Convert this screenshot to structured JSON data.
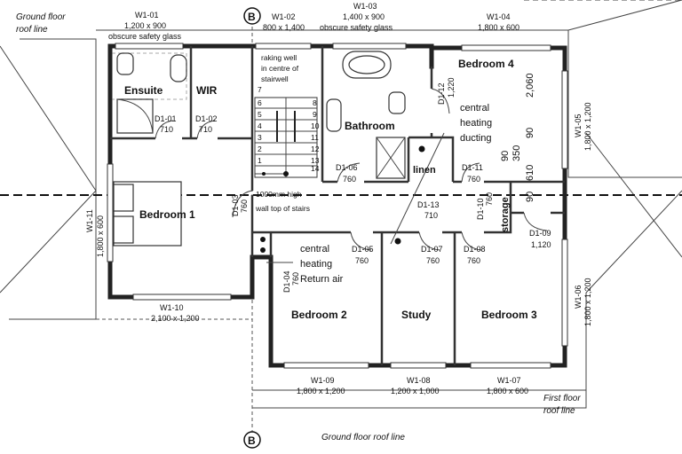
{
  "rooms": {
    "ensuite": "Ensuite",
    "wir": "WIR",
    "bathroom": "Bathroom",
    "bedroom4": "Bedroom 4",
    "bedroom1": "Bedroom 1",
    "bedroom2": "Bedroom 2",
    "study": "Study",
    "bedroom3": "Bedroom 3",
    "linen": "linen",
    "storage": "storage"
  },
  "windows": [
    {
      "id": "W1-01",
      "size": "1,200 x 900",
      "note": "obscure safety glass"
    },
    {
      "id": "W1-02",
      "size": "800 x 1,400"
    },
    {
      "id": "W1-03",
      "size": "1,400 x 900",
      "note": "obscure safety glass"
    },
    {
      "id": "W1-04",
      "size": "1,800 x 600"
    },
    {
      "id": "W1-05",
      "size": "1,800 x 1,200"
    },
    {
      "id": "W1-06",
      "size": "1,800 x 1,200"
    },
    {
      "id": "W1-07",
      "size": "1,800 x 600"
    },
    {
      "id": "W1-08",
      "size": "1,200 x 1,000"
    },
    {
      "id": "W1-09",
      "size": "1,800 x 1,200"
    },
    {
      "id": "W1-10",
      "size": "2,100 x 1,200"
    },
    {
      "id": "W1-11",
      "size": "1,800 x 600"
    }
  ],
  "doors": [
    {
      "id": "D1-01",
      "size": "710"
    },
    {
      "id": "D1-02",
      "size": "710"
    },
    {
      "id": "D1-03",
      "size": "760"
    },
    {
      "id": "D1-04",
      "size": "760"
    },
    {
      "id": "D1-05",
      "size": "760"
    },
    {
      "id": "D1-06",
      "size": "760"
    },
    {
      "id": "D1-07",
      "size": "760"
    },
    {
      "id": "D1-08",
      "size": "760"
    },
    {
      "id": "D1-09",
      "size": "1,120"
    },
    {
      "id": "D1-10",
      "size": "760"
    },
    {
      "id": "D1-11",
      "size": "760"
    },
    {
      "id": "D1-12",
      "size": "1,220"
    },
    {
      "id": "D1-13",
      "size": "710"
    }
  ],
  "notes": {
    "raking_well": "raking well in centre of stairwell",
    "raking_1": "raking well",
    "raking_2": "in centre of",
    "raking_3": "stairwell",
    "wall_top_1": "1000mm high",
    "wall_top_2": "wall top of stairs",
    "central_heating_ducting_1": "central",
    "central_heating_ducting_2": "heating",
    "central_heating_ducting_3": "ducting",
    "central_heating_return_1": "central",
    "central_heating_return_2": "heating",
    "central_heating_return_3": "Return air",
    "ground_floor_roof_line_a": "Ground floor",
    "ground_floor_roof_line_b": "roof line",
    "ground_floor_roof_line_bottom": "Ground floor roof line",
    "first_floor_roof_line_a": "First floor",
    "first_floor_roof_line_b": "roof line"
  },
  "dimensions": {
    "d2060": "2,060",
    "d90a": "90",
    "d350": "350",
    "d90b": "90",
    "d610": "610",
    "d90c": "90"
  },
  "section_marker": "B",
  "stair_steps_left": [
    "1",
    "2",
    "3",
    "4",
    "5",
    "6",
    "7"
  ],
  "stair_steps_right": [
    "8",
    "9",
    "10",
    "11",
    "12",
    "13",
    "14"
  ]
}
